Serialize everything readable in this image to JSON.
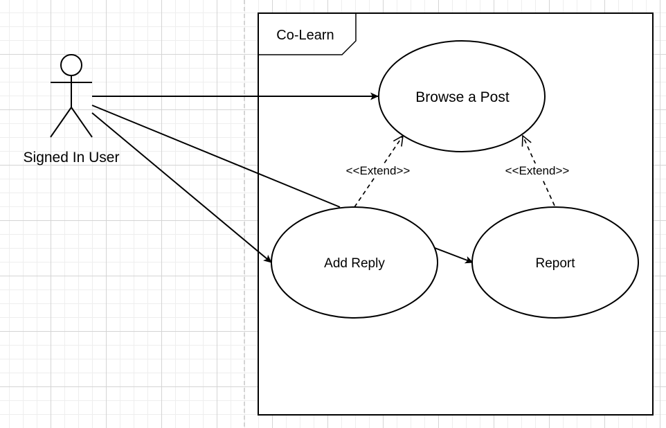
{
  "diagram": {
    "actor": {
      "label": "Signed In User"
    },
    "frame": {
      "label": "Co-Learn"
    },
    "use_cases": {
      "browse": "Browse a Post",
      "add_reply": "Add Reply",
      "report": "Report"
    },
    "relations": {
      "extend_left": "<<Extend>>",
      "extend_right": "<<Extend>>"
    }
  }
}
